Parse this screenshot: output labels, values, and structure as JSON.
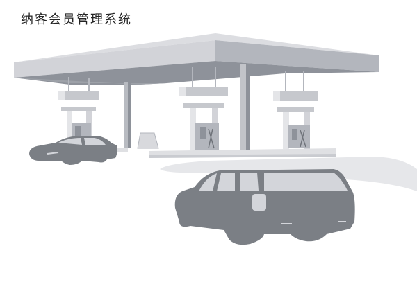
{
  "header": {
    "title": "纳客会员管理系统"
  },
  "illustration": {
    "subject": "gas-station",
    "pump_count": 3,
    "vehicles": [
      "sedan",
      "suv"
    ],
    "colors": {
      "canopy_top": "#dcdde1",
      "canopy_front": "#b3b6bd",
      "canopy_underside": "#8e929a",
      "pillar": "#a6a9b0",
      "pump_light": "#e4e5e8",
      "pump_mid": "#c6c8cd",
      "pump_dark": "#9a9ea5",
      "vehicle": "#7b7f85",
      "vehicle_window": "#d3d5da",
      "ground": "#e6e7ea",
      "background": "#ffffff"
    }
  }
}
